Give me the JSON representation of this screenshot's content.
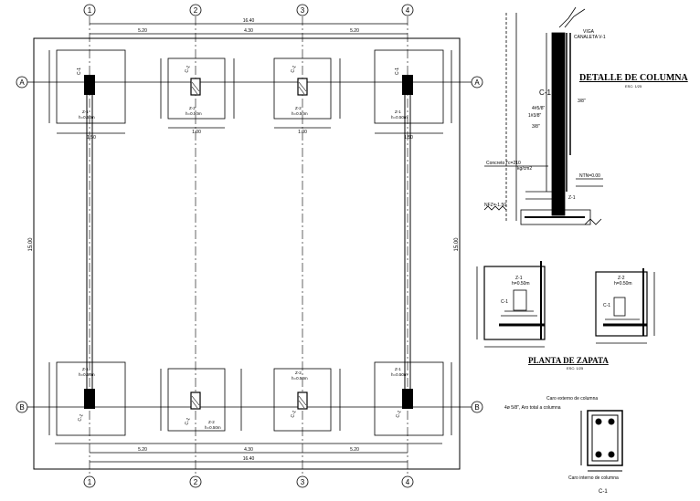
{
  "plan": {
    "grid_numbers": [
      "1",
      "2",
      "3",
      "4"
    ],
    "grid_letters": [
      "A",
      "B"
    ],
    "dim_total_top": "16.40",
    "dim_spans_top": [
      "5.20",
      "4.30",
      "5.20"
    ],
    "dim_left_vertical": "15.00",
    "dim_right_vertical": "15.00",
    "dim_total_bottom": "16.40",
    "dim_spans_bottom": [
      "5.20",
      "4.30",
      "5.20"
    ],
    "footing_small_dim": "1.00",
    "footing_large_dim": "1.50",
    "footing_label": "Z-1",
    "footing_label_2": "Z-2",
    "footing_depth": "h=0.50m",
    "column_label": "C-1"
  },
  "column_detail": {
    "title": "DETALLE DE COLUMNA",
    "scale": "ESC: 1/25",
    "beam_label": "VIGA",
    "canaleta_label": "CANALETA V-1",
    "column_tag": "C-1",
    "rebar_1": "4#5/8\"",
    "rebar_2": "1#3/8\"",
    "rebar_3": "3/8\"",
    "rebar_4": "3/8\"",
    "concrete_label": "Concreto f'c=210",
    "concrete_unit": "kg/cm2",
    "ntn_label": "NTN=0.00",
    "level_label": "NFZ=-1.50",
    "footing_tag": "Z-1"
  },
  "footing_plan": {
    "title": "PLANTA DE ZAPATA",
    "scale": "ESC: 1/25",
    "label_1": "Z-1",
    "label_2": "Z-2",
    "column_tag": "C-1",
    "depth": "h=0.50m"
  },
  "column_section": {
    "note_outer": "Caro externo de columna",
    "note_rebar": "4ø 5/8\", Aro total a columna",
    "note_inner": "Caro interno de columna",
    "tag": "C-1"
  }
}
